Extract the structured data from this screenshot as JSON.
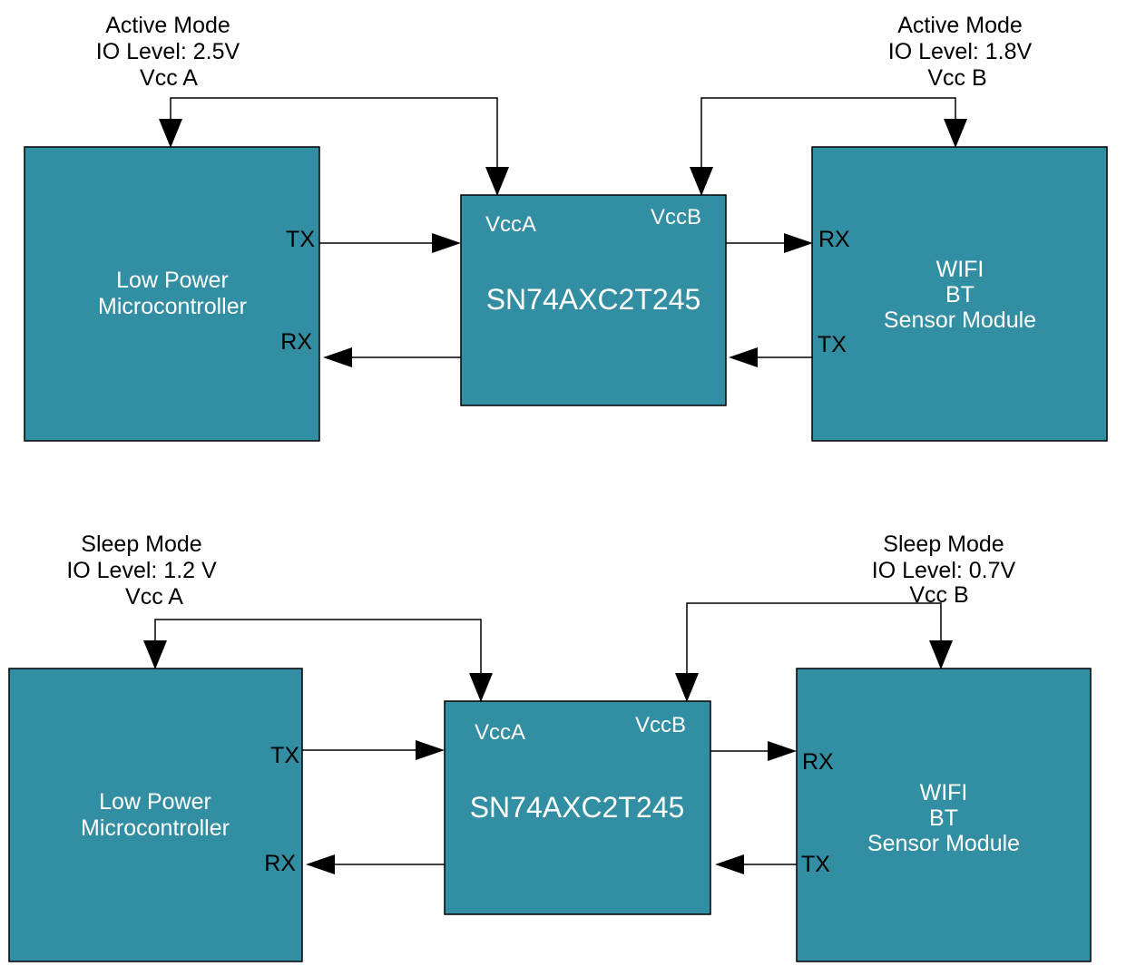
{
  "colors": {
    "box_fill": "#328EA2",
    "box_border": "#000000",
    "box_text": "#FFFFFF",
    "line": "#000000",
    "label_text": "#000000"
  },
  "diagrams": [
    {
      "mode": "active",
      "left_note": [
        "Active Mode",
        "IO Level: 2.5V",
        "Vcc A"
      ],
      "right_note": [
        "Active Mode",
        "IO Level: 1.8V",
        "Vcc B"
      ],
      "mcu": [
        "Low Power",
        "Microcontroller"
      ],
      "shifter": "SN74AXC2T245",
      "pin_a": "VccA",
      "pin_b": "VccB",
      "mcu_tx": "TX",
      "mcu_rx": "RX",
      "module_rx": "RX",
      "module_tx": "TX",
      "module": [
        "WIFI",
        "BT",
        "Sensor Module"
      ]
    },
    {
      "mode": "sleep",
      "left_note": [
        "Sleep Mode",
        "IO Level: 1.2 V",
        "Vcc A"
      ],
      "right_note": [
        "Sleep Mode",
        "IO Level: 0.7V",
        "Vcc B"
      ],
      "mcu": [
        "Low Power",
        "Microcontroller"
      ],
      "shifter": "SN74AXC2T245",
      "pin_a": "VccA",
      "pin_b": "VccB",
      "mcu_tx": "TX",
      "mcu_rx": "RX",
      "module_rx": "RX",
      "module_tx": "TX",
      "module": [
        "WIFI",
        "BT",
        "Sensor Module"
      ]
    }
  ]
}
